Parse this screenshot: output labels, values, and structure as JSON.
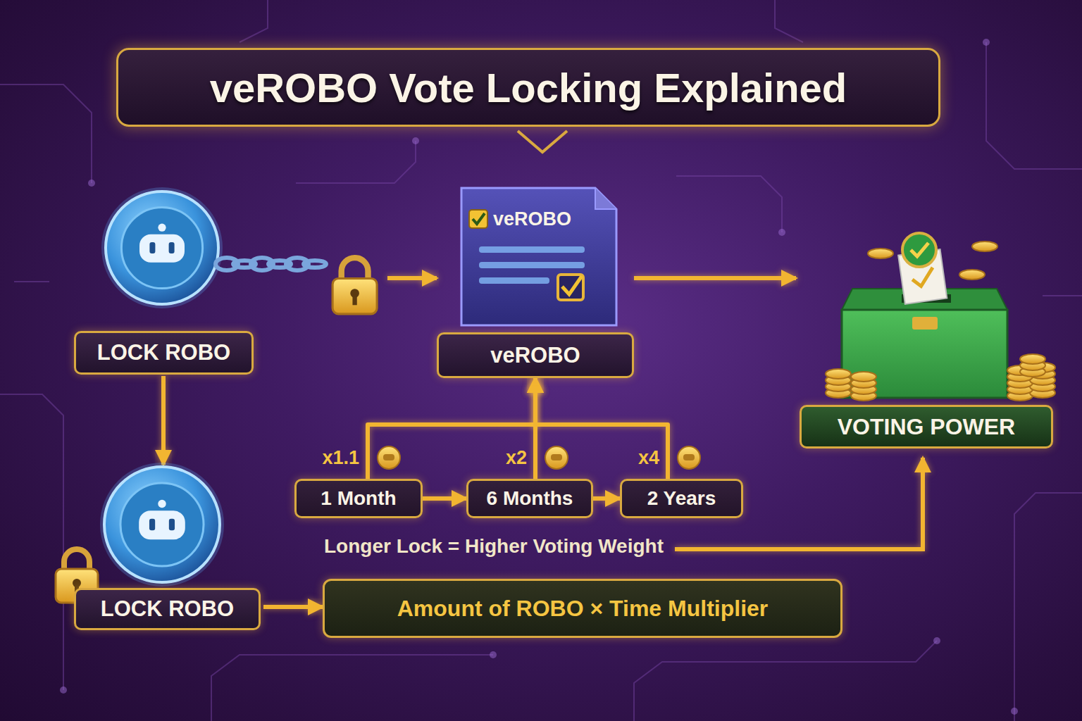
{
  "diagram": {
    "title": "veROBO Vote Locking Explained",
    "nodes": [
      {
        "text": [
          "LOCK ROBO"
        ]
      },
      {
        "text": [
          "veROBO",
          "veROBO"
        ]
      },
      {
        "text": [
          "VOTING POWER"
        ]
      },
      {
        "text": [
          "LOCK ROBO"
        ]
      },
      {
        "text": [
          "1 Month"
        ]
      },
      {
        "text": [
          "6 Months"
        ]
      },
      {
        "text": [
          "2 Years"
        ]
      },
      {
        "text": [
          "Amount of ROBO × Time Multiplier"
        ]
      }
    ],
    "edges": [
      {
        "from": 0,
        "to": 1,
        "arrow": "to"
      },
      {
        "from": 1,
        "to": 2,
        "arrow": "to"
      },
      {
        "from": 0,
        "to": 3,
        "arrow": "to"
      },
      {
        "from": 4,
        "to": 5,
        "arrow": "to"
      },
      {
        "from": 5,
        "to": 6,
        "arrow": "to"
      },
      {
        "from": 4,
        "to": 1,
        "arrow": "to"
      },
      {
        "from": 5,
        "to": 1,
        "arrow": "to"
      },
      {
        "from": 6,
        "to": 1,
        "arrow": "to"
      },
      {
        "from": 3,
        "to": 7,
        "arrow": "to"
      }
    ],
    "labels": [
      "x1.1",
      "x2",
      "x4",
      "Longer Lock = Higher Voting Weight"
    ]
  }
}
